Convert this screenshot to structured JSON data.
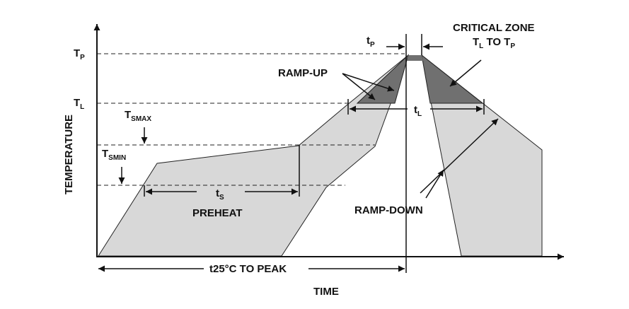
{
  "axes": {
    "y_label": "TEMPERATURE",
    "x_label": "TIME"
  },
  "levels": {
    "tp": {
      "main": "T",
      "sub": "P"
    },
    "tl": {
      "main": "T",
      "sub": "L"
    },
    "tsmax": {
      "main": "T",
      "sub": "SMAX"
    },
    "tsmin": {
      "main": "T",
      "sub": "SMIN"
    }
  },
  "annotations": {
    "tp_duration": {
      "main": "t",
      "sub": "P"
    },
    "tl_duration": {
      "main": "t",
      "sub": "L"
    },
    "ts_duration": {
      "main": "t",
      "sub": "S"
    },
    "preheat": "PREHEAT",
    "ramp_up": "RAMP-UP",
    "ramp_down": "RAMP-DOWN",
    "critical_zone_line1": "CRITICAL ZONE",
    "critical_zone_line2": {
      "a": "T",
      "a_sub": "L",
      "mid": " TO T",
      "b_sub": "P"
    },
    "t25_to_peak": "t25°C TO PEAK"
  },
  "colors": {
    "light_fill": "#d8d8d8",
    "critical_fill": "#707070",
    "ink": "#111111"
  }
}
